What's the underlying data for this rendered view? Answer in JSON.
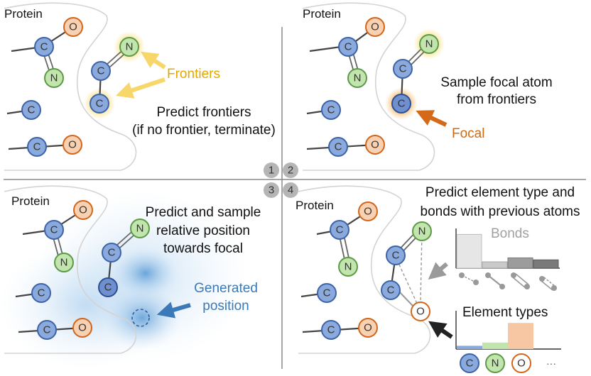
{
  "labels": {
    "protein": "Protein",
    "carbon": "C",
    "nitrogen": "N",
    "oxygen": "O",
    "frontiers": "Frontiers",
    "focal": "Focal",
    "generated_position_line1": "Generated",
    "generated_position_line2": "position",
    "bonds": "Bonds",
    "element_types": "Element types",
    "ellipsis": "···"
  },
  "steps": {
    "s1": "1",
    "s2": "2",
    "s3": "3",
    "s4": "4"
  },
  "panels": {
    "p1": {
      "line1": "Predict frontiers",
      "line2": "(if no frontier, terminate)"
    },
    "p2": {
      "line1": "Sample focal atom",
      "line2": "from frontiers"
    },
    "p3": {
      "line1": "Predict and sample",
      "line2": "relative position",
      "line3": "towards focal"
    },
    "p4": {
      "line1": "Predict element type and",
      "line2": "bonds with previous atoms"
    }
  },
  "bond_probabilities": [
    0.85,
    0.16,
    0.26,
    0.21
  ],
  "element_type_probabilities": {
    "C": 0.1,
    "N": 0.2,
    "O": 0.8
  },
  "colors": {
    "carbon": "#8aa9dc",
    "nitrogen": "#b9e0a5",
    "oxygen": "#f5c9a6",
    "frontier_glow": "#f6d24a",
    "focal_glow": "#e28a1f",
    "frontier_text": "#e0a800",
    "focal_text": "#cf6a12",
    "generated_text": "#3b79b8",
    "bonds_gray": "#a0a0a0"
  }
}
